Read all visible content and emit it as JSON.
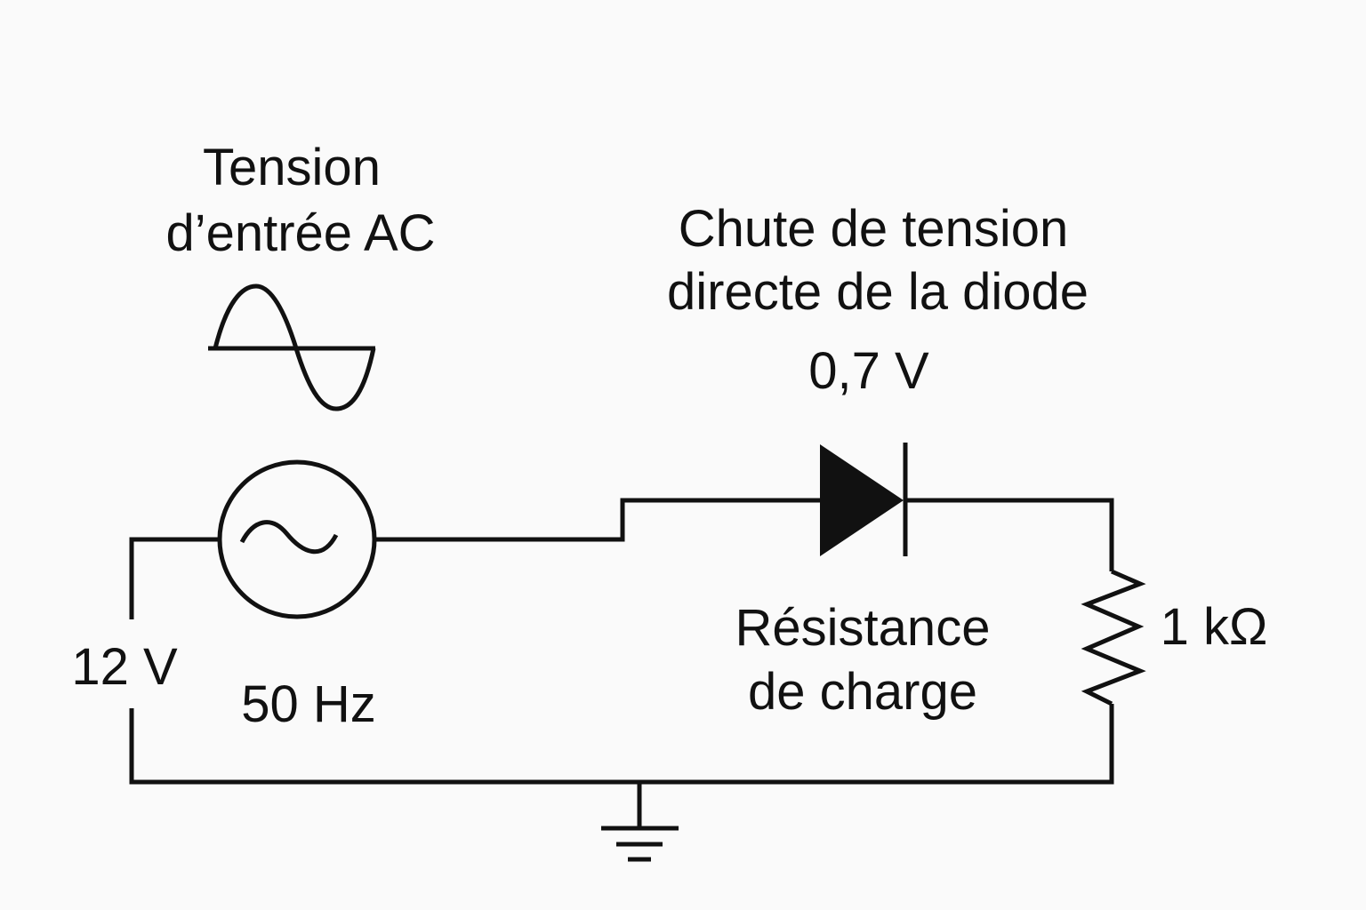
{
  "source": {
    "title_line1": "Tension",
    "title_line2": "d’entrée  AC",
    "voltage": "12 V",
    "frequency": "50 Hz"
  },
  "diode": {
    "label_line1": "Chute de tension",
    "label_line2": "directe de la diode",
    "voltage_drop": "0,7 V"
  },
  "load": {
    "label_line1": "Résistance",
    "label_line2": "de charge",
    "value": "1 kΩ"
  },
  "colors": {
    "ink": "#111111",
    "background": "#fafafa"
  }
}
